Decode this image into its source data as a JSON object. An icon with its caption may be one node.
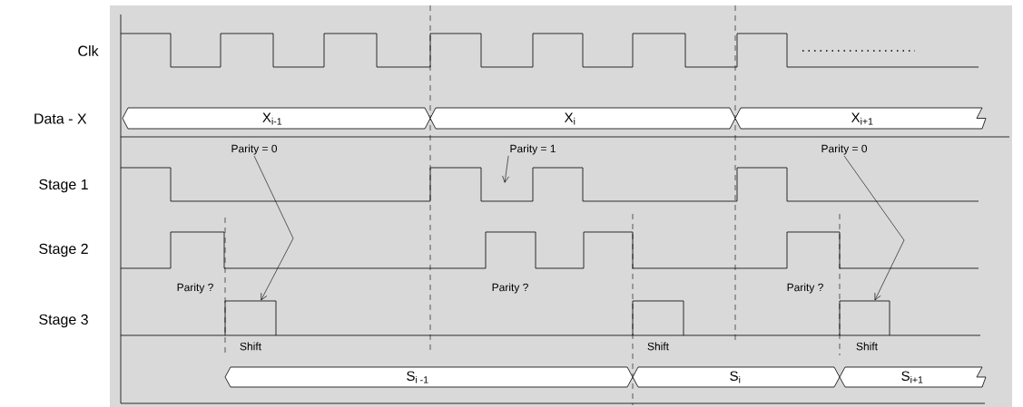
{
  "diagram": {
    "nodes": [
      {
        "text": [
          "X$_{i-1}$"
        ]
      },
      {
        "text": [
          "X$_{i}$"
        ]
      },
      {
        "text": [
          "X$_{i+1}$"
        ]
      },
      {
        "text": [
          "S$_{i -1}$"
        ]
      },
      {
        "text": [
          "S$_{i}$"
        ]
      },
      {
        "text": [
          "S$_{i+1}$"
        ]
      },
      {
        "text": [
          "Parity = 0"
        ]
      },
      {
        "text": [
          "Parity = 1"
        ]
      },
      {
        "text": [
          "Parity = 0"
        ]
      },
      {
        "text": [],
        "shape": "box"
      },
      {
        "text": [],
        "shape": "box"
      },
      {
        "text": [],
        "shape": "box"
      }
    ],
    "edges": [
      {
        "from": 6,
        "to": 9,
        "arrow": "to"
      },
      {
        "from": 7,
        "to": null,
        "arrow": "to"
      },
      {
        "from": 8,
        "to": 11,
        "arrow": "to"
      }
    ],
    "labels": [
      "Clk",
      "Data - X",
      "Stage 1",
      "Stage 2",
      "Parity ?",
      "Parity ?",
      "Parity ?",
      "Stage 3",
      "Shift",
      "Shift",
      "Shift"
    ]
  }
}
